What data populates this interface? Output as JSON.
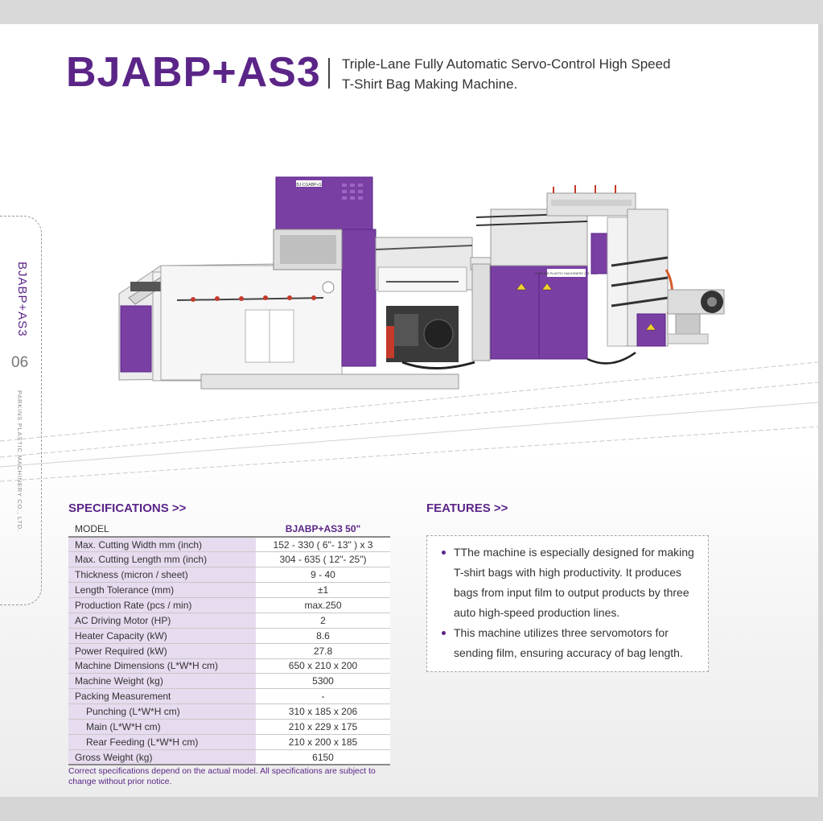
{
  "header": {
    "model": "BJABP+AS3",
    "subtitle_line1": "Triple-Lane Fully Automatic Servo-Control High Speed",
    "subtitle_line2": "T-Shirt Bag Making Machine."
  },
  "side_tab": {
    "model": "BJABP+AS3",
    "page_number": "06",
    "company": "PARKINS PLASTIC MACHINERY CO., LTD."
  },
  "machine_labels": {
    "top_plate": "BJ-CGABP+S",
    "front_plate": "PARKINS PLASTIC MACHINERY CO. LTD."
  },
  "specifications": {
    "heading": "SPECIFICATIONS >>",
    "header_label": "MODEL",
    "header_value": "BJABP+AS3 50\"",
    "rows": [
      {
        "label": "Max. Cutting Width mm (inch)",
        "value": "152 - 330 ( 6\"- 13\" ) x 3"
      },
      {
        "label": "Max. Cutting Length mm (inch)",
        "value": "304 - 635 ( 12\"- 25\")"
      },
      {
        "label": "Thickness (micron / sheet)",
        "value": "9 - 40"
      },
      {
        "label": "Length Tolerance (mm)",
        "value": "±1"
      },
      {
        "label": "Production Rate (pcs / min)",
        "value": "max.250"
      },
      {
        "label": "AC Driving Motor (HP)",
        "value": "2"
      },
      {
        "label": "Heater Capacity (kW)",
        "value": "8.6"
      },
      {
        "label": "Power Required (kW)",
        "value": "27.8"
      },
      {
        "label": "Machine Dimensions (L*W*H cm)",
        "value": "650 x 210 x 200"
      },
      {
        "label": "Machine Weight (kg)",
        "value": "5300"
      },
      {
        "label": "Packing Measurement",
        "value": "-"
      },
      {
        "label": "Punching (L*W*H cm)",
        "value": "310 x 185 x 206"
      },
      {
        "label": "Main (L*W*H cm)",
        "value": "210 x 229 x 175"
      },
      {
        "label": "Rear Feeding (L*W*H cm)",
        "value": "210 x 200 x 185"
      },
      {
        "label": "Gross Weight (kg)",
        "value": "6150"
      }
    ],
    "note": "Correct specifications depend on the actual model. All specifications are subject to change without prior notice."
  },
  "features": {
    "heading": "FEATURES >>",
    "items": [
      "TThe machine is especially designed for making T-shirt bags with high productivity. It produces bags from input film to output products by three auto high-speed production lines.",
      "This machine utilizes three servomotors for sending film, ensuring accuracy of bag length."
    ]
  },
  "colors": {
    "brand_purple": "#5b2588",
    "machine_purple": "#7a3fa3",
    "table_label_bg": "#e7dbef"
  }
}
